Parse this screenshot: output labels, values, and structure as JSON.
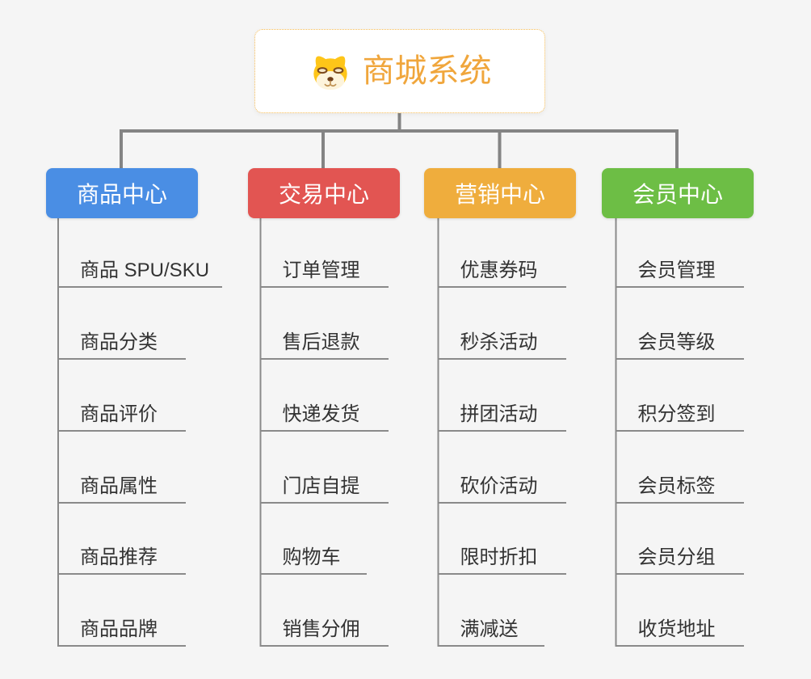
{
  "page": {
    "background": "#F5F5F5"
  },
  "root": {
    "title": "商城系统",
    "icon": "dog-face-icon",
    "text_color": "#F0A63C",
    "border_color": "#F6BC55"
  },
  "connectors": {
    "main_color": "#848484",
    "child_line_color": "#8A8A8A"
  },
  "children_text_color": "#333333",
  "branches": [
    {
      "label": "商品中心",
      "color": "#4A8EE4",
      "children": [
        "商品 SPU/SKU",
        "商品分类",
        "商品评价",
        "商品属性",
        "商品推荐",
        "商品品牌"
      ]
    },
    {
      "label": "交易中心",
      "color": "#E25552",
      "children": [
        "订单管理",
        "售后退款",
        "快递发货",
        "门店自提",
        "购物车",
        "销售分佣"
      ]
    },
    {
      "label": "营销中心",
      "color": "#EFAD3D",
      "children": [
        "优惠券码",
        "秒杀活动",
        "拼团活动",
        "砍价活动",
        "限时折扣",
        "满减送"
      ]
    },
    {
      "label": "会员中心",
      "color": "#6DBE45",
      "children": [
        "会员管理",
        "会员等级",
        "积分签到",
        "会员标签",
        "会员分组",
        "收货地址"
      ]
    }
  ]
}
